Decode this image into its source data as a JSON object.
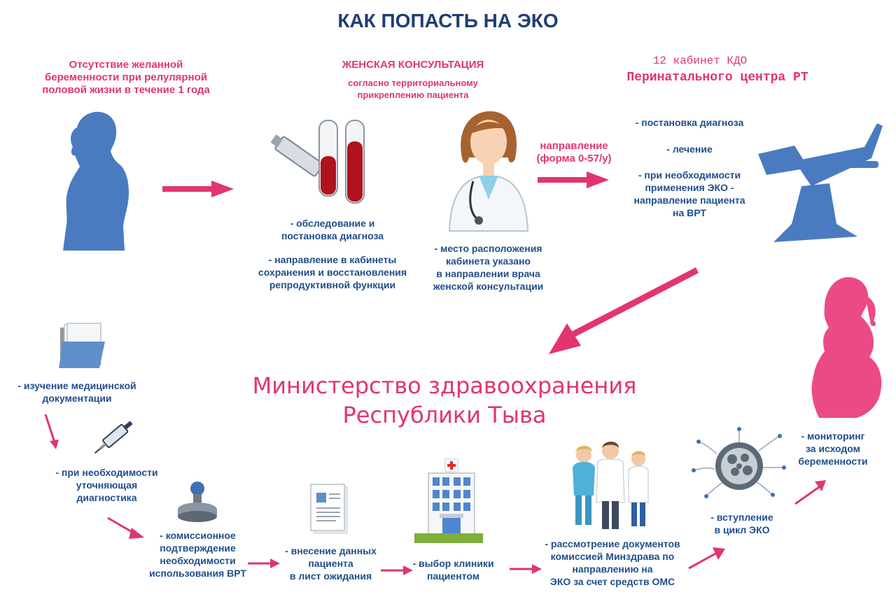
{
  "title": "КАК ПОПАСТЬ НА ЭКО",
  "steps": {
    "absence": [
      "Отсутствие желанной",
      "беременности при релулярной",
      "половой жизни в течение 1 года"
    ],
    "consult_title": "ЖЕНСКАЯ КОНСУЛЬТАЦИЯ",
    "consult_sub": [
      "согласно территориальному",
      "прикреплению пациента"
    ],
    "exam": [
      "- обследование и",
      "постановка диагноза"
    ],
    "referral_cab": [
      "- направление в кабинеты",
      "сохранения и восстановления",
      "репродуктивной функции"
    ],
    "location": [
      "- место расположения",
      "кабинета указано",
      "в направлении врача",
      "женской консультации"
    ],
    "direction": [
      "направление",
      "(форма 0-57/у)"
    ],
    "kdo_title": "12 кабинет КДО",
    "kdo_sub": "Перинатального центра РТ",
    "kdo_items": [
      "- постановка диагноза",
      "- лечение",
      "- при необходимости",
      "применения ЭКО -",
      "направление пациента",
      "на ВРТ"
    ]
  },
  "ministry": [
    "Министерство здравоохранения",
    "Республики Тыва"
  ],
  "bottom": {
    "study": [
      "- изучение медицинской",
      "документации"
    ],
    "clarify": [
      "- при необходимости",
      "уточняющая",
      "диагностика"
    ],
    "commission": [
      "- комиссионное",
      "подтверждение",
      "необходимости",
      "использования ВРТ"
    ],
    "waitlist": [
      "- внесение данных",
      "пациента",
      "в лист ожидания"
    ],
    "clinic": [
      "- выбор клиники",
      "пациентом"
    ],
    "review": [
      "- рассмотрение документов",
      "комиссией Минздрава по",
      "направлению на",
      "ЭКО за счет средств ОМС"
    ],
    "cycle": [
      "- вступление",
      "в цикл ЭКО"
    ],
    "monitor": [
      "- мониторинг",
      "за исходом",
      "беременности"
    ]
  },
  "colors": {
    "pink": "#e2356d",
    "blue": "#1f4e8a",
    "silhouette": "#4a7bc0",
    "navy": "#1f3e73"
  }
}
